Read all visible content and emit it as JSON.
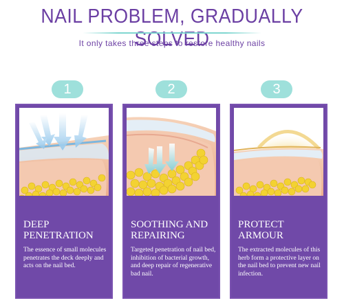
{
  "header": {
    "title": "NAIL PROBLEM, GRADUALLY SOLVED",
    "subtitle": "It only takes three steps to restore healthy nails"
  },
  "colors": {
    "brand_purple": "#6b3fa3",
    "card_purple": "#7049a8",
    "badge_teal": "#9ee0db"
  },
  "steps": [
    {
      "number": "1",
      "heading": "DEEP\nPENETRATION",
      "body": "The essence of small molecules penetrates the deck deeply and acts on the nail bed.",
      "illustration": "nail-penetration-arrows-icon"
    },
    {
      "number": "2",
      "heading": "SOOTHING AND\nREPAIRING",
      "body": "Targeted penetration of nail bed, inhibition of bacterial growth, and deep repair of  regenerative bad nail.",
      "illustration": "nail-repair-icon"
    },
    {
      "number": "3",
      "heading": "PROTECT\nARMOUR",
      "body": "The extracted molecules of this herb form a protective layer on the nail bed to prevent new nail infection.",
      "illustration": "nail-shield-icon"
    }
  ]
}
